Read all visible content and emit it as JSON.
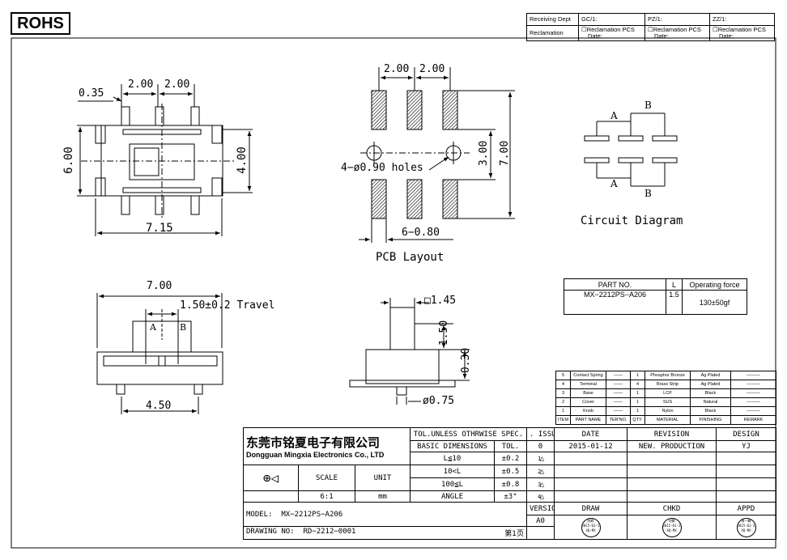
{
  "rohs_label": "ROHS",
  "receiving": {
    "row1": [
      "Receiving Dept",
      "GC/1:",
      "PZ/1:",
      "ZZ/1:"
    ],
    "reclamation_label": "Reclamation",
    "reclamation_cells": [
      "☐Reclamation  PCS",
      "☐Reclamation  PCS",
      "☐Reclamation  PCS"
    ],
    "date_label": "Date:"
  },
  "top_view": {
    "d035": "0.35",
    "d200a": "2.00",
    "d200b": "2.00",
    "d600": "6.00",
    "d400": "4.00",
    "d715": "7.15"
  },
  "pcb": {
    "d200a": "2.00",
    "d200b": "2.00",
    "d300": "3.00",
    "d700": "7.00",
    "holes": "4−ø0.90  holes",
    "pads": "6−0.80",
    "caption": "PCB  Layout"
  },
  "circuit": {
    "A_top": "A",
    "B_top": "B",
    "A_bot": "A",
    "B_bot": "B",
    "caption": "Circuit  Diagram"
  },
  "side_view": {
    "d700": "7.00",
    "travel": "1.50±0.2  Travel",
    "A": "A",
    "B": "B",
    "d450": "4.50"
  },
  "front_view": {
    "sq": "□1.45",
    "d150": "1.50",
    "d030": "0.30",
    "d075": "ø0.75"
  },
  "part_table": {
    "headers": [
      "PART  NO.",
      "L",
      "Operating  force"
    ],
    "row": [
      "MX−2212PS−A206",
      "1.5",
      "130±50gf"
    ]
  },
  "bom": {
    "rows": [
      [
        "5",
        "Contact Spring",
        "——",
        "1",
        "Phosphor Bronze",
        "Ag Plated",
        "———"
      ],
      [
        "4",
        "Terminal",
        "——",
        "4",
        "Brass Strip",
        "Ag Plated",
        "———"
      ],
      [
        "3",
        "Base",
        "——",
        "1",
        "LCP",
        "Black",
        "———"
      ],
      [
        "2",
        "Cover",
        "——",
        "1",
        "SUS",
        "Natural",
        "———"
      ],
      [
        "1",
        "Knob",
        "——",
        "1",
        "Nylon",
        "Black",
        "———"
      ]
    ],
    "headers": [
      "ITEM",
      "PART NAME",
      "TER'NO.",
      "QTY.",
      "MATERIAL",
      "FINISHING",
      "REMARK"
    ]
  },
  "title_block": {
    "company_cn": "东莞市铭夏电子有限公司",
    "company_en": "Dongguan Mingxia Electronics Co., LTD",
    "tol_header": "TOL.UNLESS OTHRWISE SPEC.",
    "issu": ". ISSU.",
    "date_h": "DATE",
    "revision_h": "REVISION",
    "design_h": "DESIGN",
    "basic_dim": "BASIC DIMENSIONS",
    "tol": "TOL.",
    "rev_no": "0",
    "rev_date": "2015-01-12",
    "rev_text": "NEW. PRODUCTION",
    "rev_design": "YJ",
    "tol_rows": [
      [
        "L≦10",
        "±0.2",
        "1"
      ],
      [
        "10<L",
        "±0.5",
        "2"
      ],
      [
        "100≦L",
        "±0.8",
        "3"
      ],
      [
        "ANGLE",
        "±3°",
        "4"
      ]
    ],
    "scale_h": "SCALE",
    "unit_h": "UNIT",
    "scale": "6:1",
    "unit": "mm",
    "version_h": "VERSION",
    "version": "A0",
    "draw_h": "DRAW",
    "chkd_h": "CHKD",
    "appd_h": "APPD",
    "stamp1": [
      "陈辉",
      "2015-01-12",
      "XQ-MX"
    ],
    "stamp2": [
      "刘娟",
      "2015-01-12",
      "XQ-MX"
    ],
    "stamp3": [
      "周一峰",
      "2015-01-12",
      "XQ-MX"
    ],
    "model_label": "MODEL:",
    "model": "MX−2212PS−A206",
    "drawing_label": "DRAWING NO:",
    "drawing": "RD−2212−0001",
    "page": "第1页"
  }
}
